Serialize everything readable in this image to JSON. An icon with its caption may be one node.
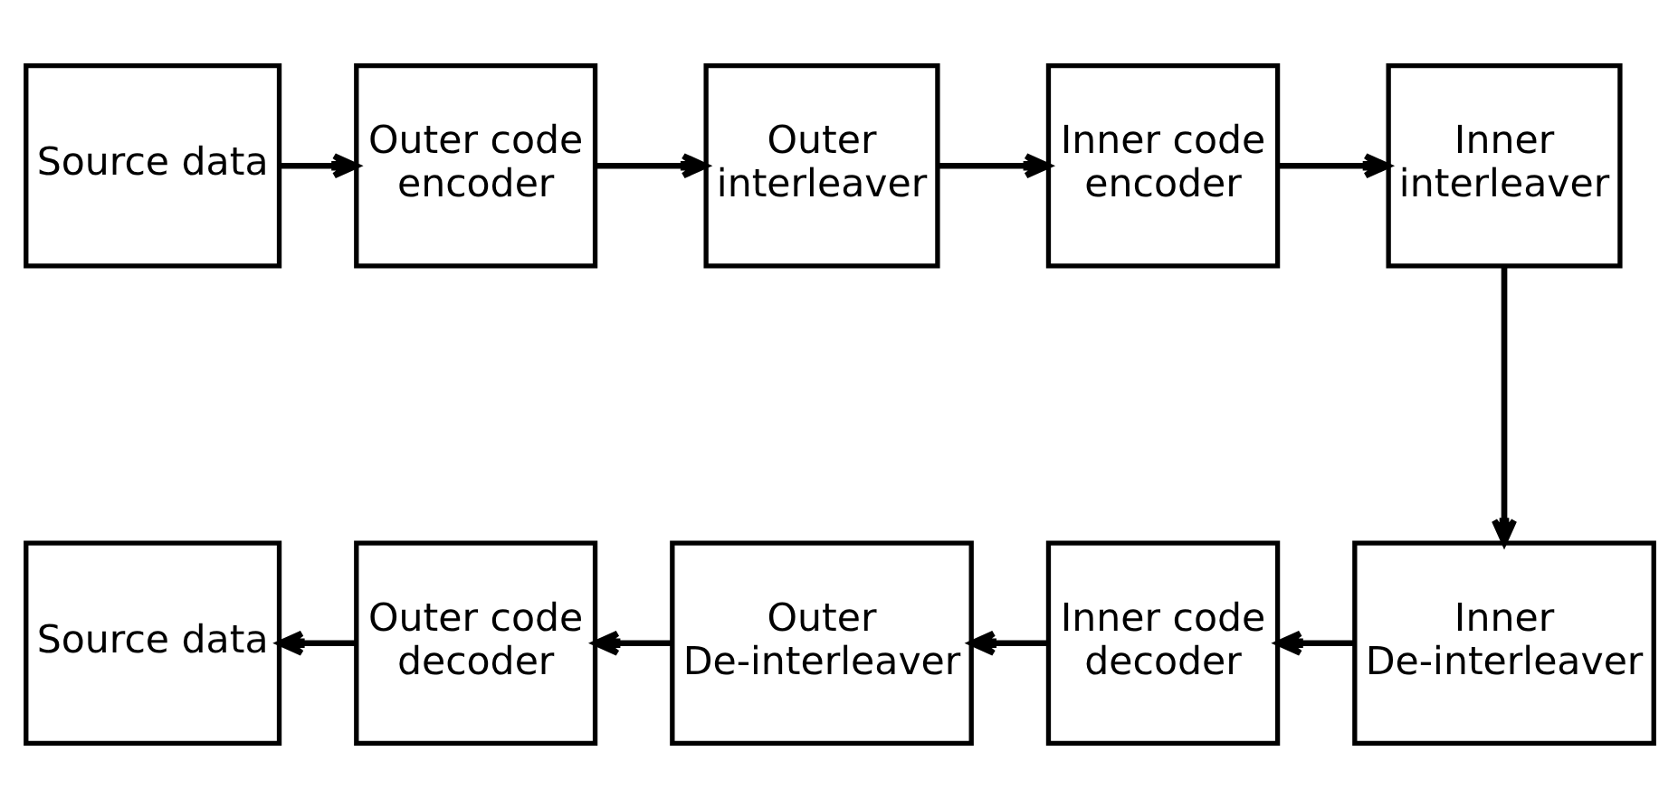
{
  "diagram": {
    "nodes": [
      {
        "text": [
          "Source data"
        ]
      },
      {
        "text": [
          "Outer code encoder"
        ]
      },
      {
        "text": [
          "Outer interleaver"
        ]
      },
      {
        "text": [
          "Inner code encoder"
        ]
      },
      {
        "text": [
          "Inner interleaver"
        ]
      },
      {
        "text": [
          "Source data"
        ]
      },
      {
        "text": [
          "Outer code decoder"
        ]
      },
      {
        "text": [
          "Outer De-interleaver"
        ]
      },
      {
        "text": [
          "Inner code decoder"
        ]
      },
      {
        "text": [
          "Inner De-interleaver"
        ]
      }
    ],
    "edges": [
      {
        "from": 0,
        "to": 1,
        "arrow": "to"
      },
      {
        "from": 1,
        "to": 2,
        "arrow": "to"
      },
      {
        "from": 2,
        "to": 3,
        "arrow": "to"
      },
      {
        "from": 3,
        "to": 4,
        "arrow": "to"
      },
      {
        "from": 4,
        "to": 9,
        "arrow": "to"
      },
      {
        "from": 9,
        "to": 8,
        "arrow": "to"
      },
      {
        "from": 8,
        "to": 7,
        "arrow": "to"
      },
      {
        "from": 7,
        "to": 6,
        "arrow": "to"
      },
      {
        "from": 6,
        "to": 5,
        "arrow": "to"
      }
    ]
  }
}
